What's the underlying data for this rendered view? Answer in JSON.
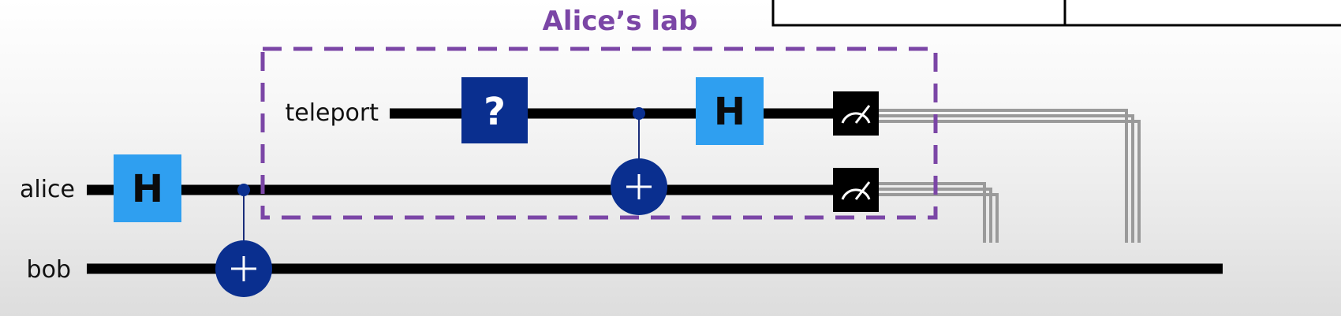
{
  "lab": {
    "title": "Alice’s lab"
  },
  "wires": {
    "teleport": "teleport",
    "alice": "alice",
    "bob": "bob"
  },
  "gates": {
    "unknown_symbol": "?",
    "hadamard_symbol": "H"
  },
  "colors": {
    "lab_border": "#7b46a6",
    "light_gate": "#2f9ff0",
    "dark_gate": "#0a2f8f",
    "wire": "#000000",
    "classical_wire": "#9a9a9a"
  },
  "icons": {
    "measure": "measurement-meter-icon",
    "control": "control-dot-icon",
    "target": "cnot-target-plus-icon"
  }
}
